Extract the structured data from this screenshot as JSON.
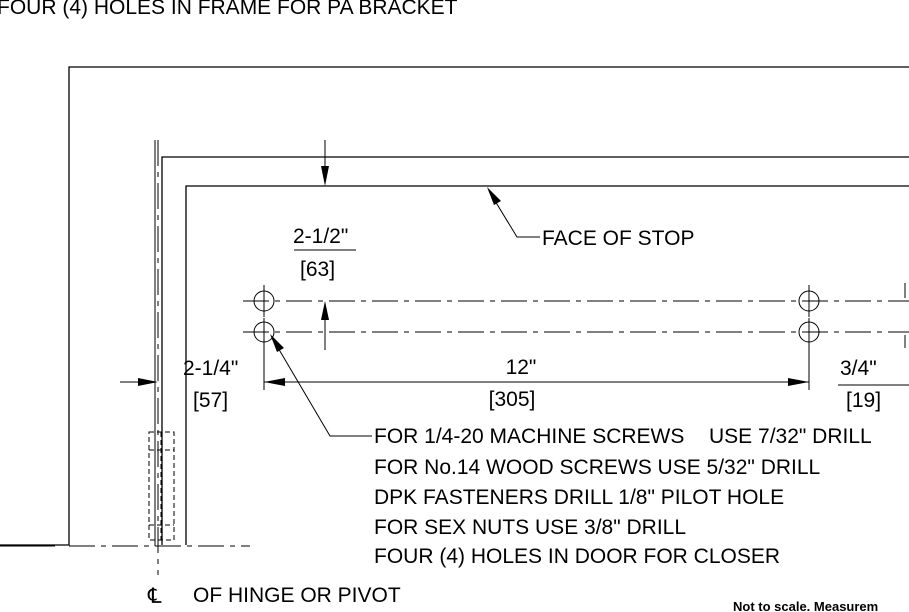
{
  "header": {
    "title": "FOUR (4) HOLES IN FRAME FOR PA BRACKET"
  },
  "dimensions": {
    "stop_offset": {
      "imperial": "2-1/2\"",
      "metric": "[63]"
    },
    "hinge_offset": {
      "imperial": "2-1/4\"",
      "metric": "[57]"
    },
    "hole_spacing": {
      "imperial": "12\"",
      "metric": "[305]"
    },
    "end_offset": {
      "imperial": "3/4\"",
      "metric": "[19]"
    }
  },
  "labels": {
    "face_of_stop": "FACE OF STOP",
    "centerline_symbol": "℄",
    "hinge_label": "OF HINGE OR PIVOT"
  },
  "drill_notes": [
    "FOR 1/4-20 MACHINE SCREWS",
    "USE 7/32\" DRILL",
    "FOR No.14 WOOD SCREWS USE 5/32\" DRILL",
    "DPK FASTENERS DRILL 1/8\" PILOT HOLE",
    "FOR SEX NUTS USE 3/8\" DRILL",
    "FOUR (4) HOLES IN DOOR FOR CLOSER"
  ],
  "footer": {
    "note": "Not to scale. Measurem"
  }
}
